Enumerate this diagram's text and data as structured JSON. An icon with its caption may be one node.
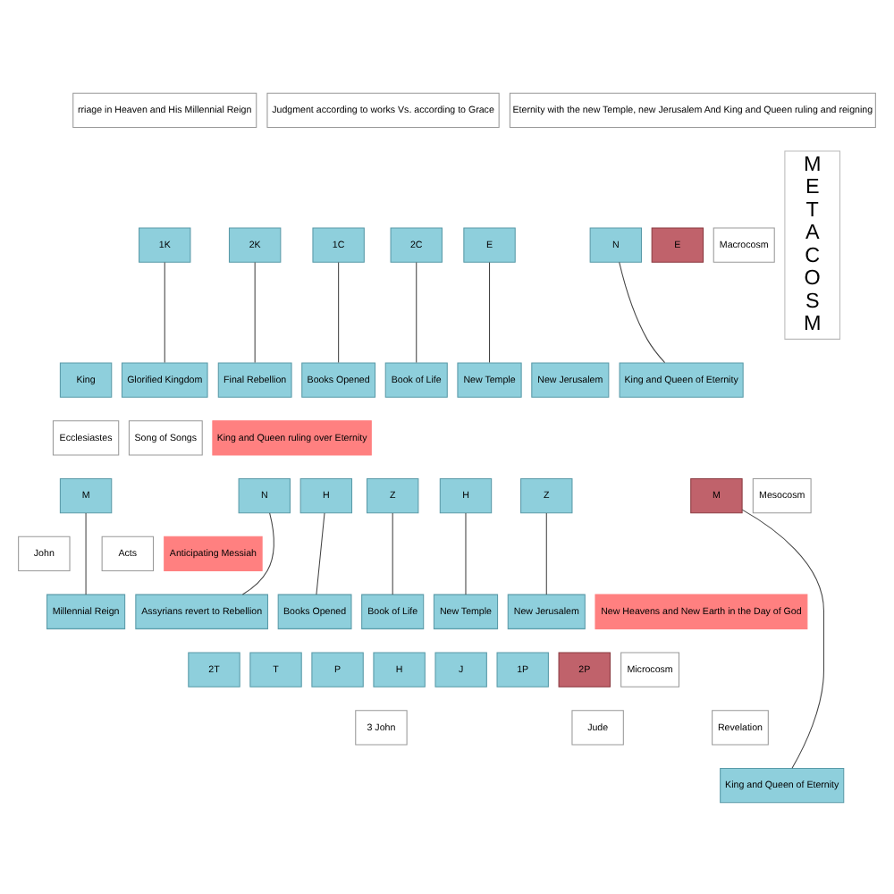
{
  "diagram": {
    "nodes": [
      {
        "text": [
          "rriage in Heaven and His Millennial Reign"
        ]
      },
      {
        "text": [
          "Judgment according to works Vs. according to Grace"
        ]
      },
      {
        "text": [
          "Eternity with the new Temple, new Jerusalem And King and Queen ruling and reigning"
        ]
      },
      {
        "text": [
          "1K"
        ]
      },
      {
        "text": [
          "2K"
        ]
      },
      {
        "text": [
          "1C"
        ]
      },
      {
        "text": [
          "2C"
        ]
      },
      {
        "text": [
          "E"
        ]
      },
      {
        "text": [
          "N"
        ]
      },
      {
        "text": [
          "E"
        ]
      },
      {
        "text": [
          "Macrocosm"
        ]
      },
      {
        "text": [
          "King"
        ]
      },
      {
        "text": [
          "Glorified Kingdom"
        ]
      },
      {
        "text": [
          "Final Rebellion"
        ]
      },
      {
        "text": [
          "Books Opened"
        ]
      },
      {
        "text": [
          "Book of Life"
        ]
      },
      {
        "text": [
          "New Temple"
        ]
      },
      {
        "text": [
          "New Jerusalem"
        ]
      },
      {
        "text": [
          "King and Queen of Eternity"
        ]
      },
      {
        "text": [
          "Ecclesiastes"
        ]
      },
      {
        "text": [
          "Song of Songs"
        ]
      },
      {
        "text": [
          "King and Queen ruling over Eternity"
        ]
      },
      {
        "text": [
          "M"
        ]
      },
      {
        "text": [
          "N"
        ]
      },
      {
        "text": [
          "H"
        ]
      },
      {
        "text": [
          "Z"
        ]
      },
      {
        "text": [
          "H"
        ]
      },
      {
        "text": [
          "Z"
        ]
      },
      {
        "text": [
          "M"
        ]
      },
      {
        "text": [
          "Mesocosm"
        ]
      },
      {
        "text": [
          "John"
        ]
      },
      {
        "text": [
          "Acts"
        ]
      },
      {
        "text": [
          "Anticipating Messiah"
        ]
      },
      {
        "text": [
          "Millennial Reign"
        ]
      },
      {
        "text": [
          "Assyrians revert to Rebellion"
        ]
      },
      {
        "text": [
          "Books Opened"
        ]
      },
      {
        "text": [
          "Book of Life"
        ]
      },
      {
        "text": [
          "New Temple"
        ]
      },
      {
        "text": [
          "New Jerusalem"
        ]
      },
      {
        "text": [
          "New Heavens and New Earth in the Day of God"
        ]
      },
      {
        "text": [
          "2T"
        ]
      },
      {
        "text": [
          "T"
        ]
      },
      {
        "text": [
          "P"
        ]
      },
      {
        "text": [
          "H"
        ]
      },
      {
        "text": [
          "J"
        ]
      },
      {
        "text": [
          "1P"
        ]
      },
      {
        "text": [
          "2P"
        ]
      },
      {
        "text": [
          "Microcosm"
        ]
      },
      {
        "text": [
          "3 John"
        ]
      },
      {
        "text": [
          "Jude"
        ]
      },
      {
        "text": [
          "Revelation"
        ]
      },
      {
        "text": [
          "M",
          "E",
          "T",
          "A",
          "C",
          "O",
          "S",
          "M"
        ]
      },
      {
        "text": [
          "King and Queen of Eternity"
        ]
      }
    ],
    "edges": [
      {
        "from": 3,
        "to": 12,
        "arrow": "none"
      },
      {
        "from": 4,
        "to": 13,
        "arrow": "none"
      },
      {
        "from": 5,
        "to": 14,
        "arrow": "none"
      },
      {
        "from": 6,
        "to": 15,
        "arrow": "none"
      },
      {
        "from": 7,
        "to": 16,
        "arrow": "none"
      },
      {
        "from": 8,
        "to": 18,
        "arrow": "none"
      },
      {
        "from": 22,
        "to": 33,
        "arrow": "none"
      },
      {
        "from": 23,
        "to": 34,
        "arrow": "none"
      },
      {
        "from": 24,
        "to": 35,
        "arrow": "none"
      },
      {
        "from": 25,
        "to": 36,
        "arrow": "none"
      },
      {
        "from": 26,
        "to": 37,
        "arrow": "none"
      },
      {
        "from": 27,
        "to": 38,
        "arrow": "none"
      },
      {
        "from": 28,
        "to": 52,
        "arrow": "none"
      }
    ]
  }
}
